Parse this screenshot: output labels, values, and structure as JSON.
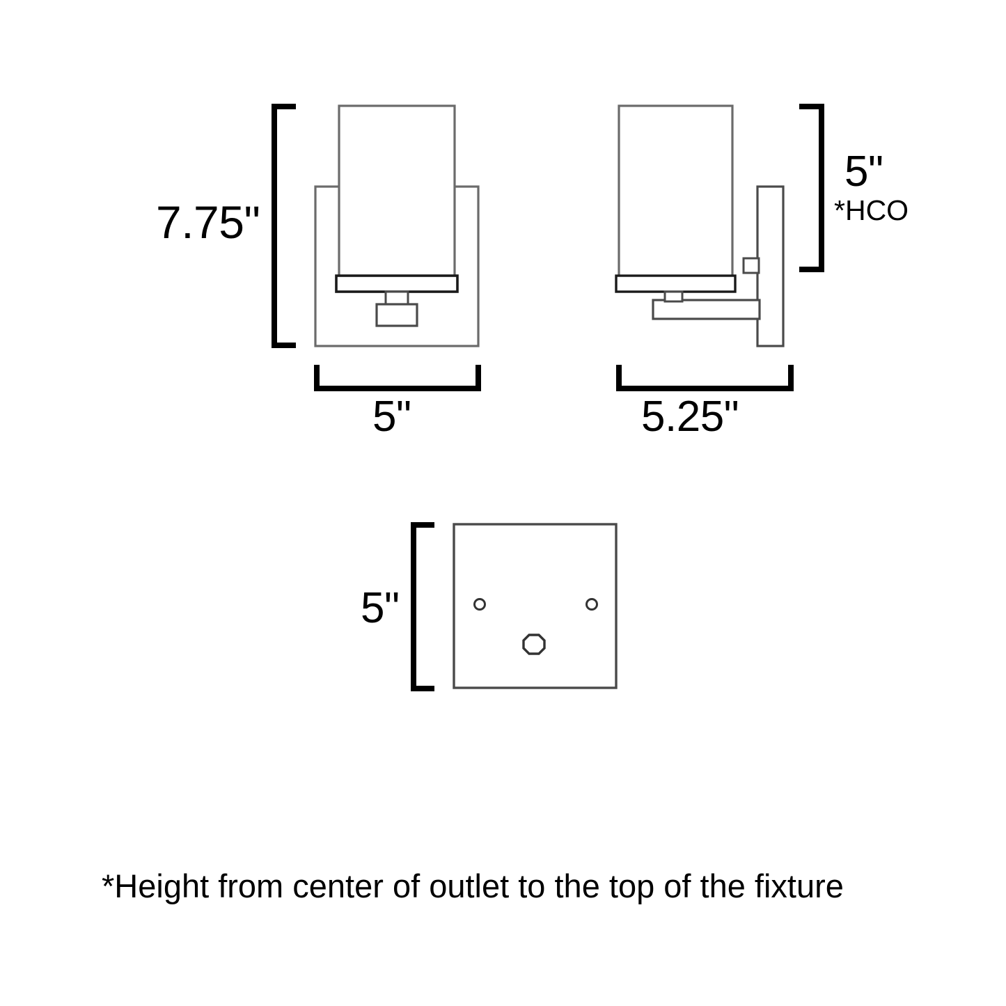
{
  "drawing": {
    "title": "Wall sconce dimension drawing",
    "stroke_light": "#6b6b6b",
    "stroke_dark": "#1a1a1a",
    "background": "#ffffff",
    "unit_symbol": "\""
  },
  "views": {
    "front": {
      "name": "front-elevation",
      "height_dimension": "7.75\"",
      "width_dimension": "5\""
    },
    "side": {
      "name": "side-elevation",
      "height_dimension": "5\"",
      "height_dimension_note": "*HCO",
      "width_dimension": "5.25\""
    },
    "backplate": {
      "name": "backplate-detail",
      "height_dimension": "5\"",
      "hole_count": 3
    }
  },
  "footnote": {
    "text": "*Height from center of outlet to the top of the fixture"
  }
}
